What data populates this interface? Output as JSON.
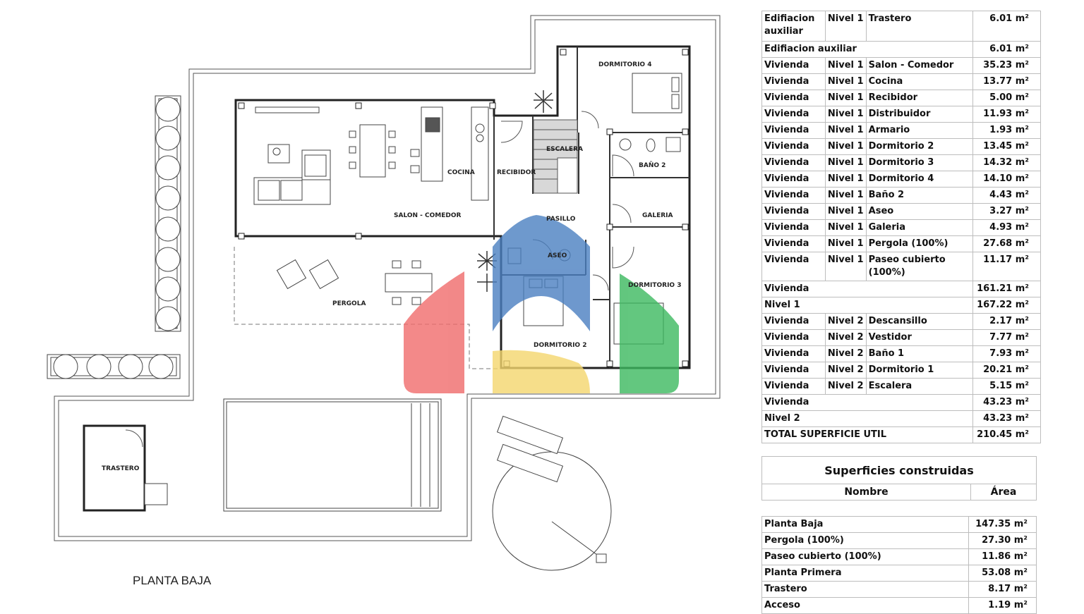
{
  "plan": {
    "title": "PLANTA BAJA",
    "rooms": {
      "dormitorio4": "DORMITORIO 4",
      "escalera": "ESCALERA",
      "cocina": "COCINA",
      "recibidor": "RECIBIDOR",
      "bano2": "BAÑO 2",
      "salon": "SALON - COMEDOR",
      "pasillo": "PASILLO",
      "galeria": "GALERIA",
      "aseo": "ASEO",
      "dormitorio3": "DORMITORIO 3",
      "pergola": "PERGOLA",
      "dormitorio2": "DORMITORIO 2",
      "trastero": "TRASTERO"
    },
    "logo_colors": {
      "red": "#f06b6b",
      "blue": "#4a7fc1",
      "yellow": "#f5d76e",
      "green": "#3cb95f"
    }
  },
  "areas_table": {
    "rows": [
      {
        "c1": "Edifiacion auxiliar",
        "c2": "Nivel 1",
        "c3": "Trastero",
        "c4": "6.01 m²"
      },
      {
        "c1": "Edifiacion auxiliar",
        "c2": "",
        "c3": "",
        "c4": "6.01 m²",
        "span": true
      },
      {
        "c1": "Vivienda",
        "c2": "Nivel 1",
        "c3": "Salon - Comedor",
        "c4": "35.23 m²"
      },
      {
        "c1": "Vivienda",
        "c2": "Nivel 1",
        "c3": "Cocina",
        "c4": "13.77 m²"
      },
      {
        "c1": "Vivienda",
        "c2": "Nivel 1",
        "c3": "Recibidor",
        "c4": "5.00 m²"
      },
      {
        "c1": "Vivienda",
        "c2": "Nivel 1",
        "c3": "Distribuidor",
        "c4": "11.93 m²"
      },
      {
        "c1": "Vivienda",
        "c2": "Nivel 1",
        "c3": "Armario",
        "c4": "1.93 m²"
      },
      {
        "c1": "Vivienda",
        "c2": "Nivel 1",
        "c3": "Dormitorio 2",
        "c4": "13.45 m²"
      },
      {
        "c1": "Vivienda",
        "c2": "Nivel 1",
        "c3": "Dormitorio 3",
        "c4": "14.32 m²"
      },
      {
        "c1": "Vivienda",
        "c2": "Nivel 1",
        "c3": "Dormitorio 4",
        "c4": "14.10 m²"
      },
      {
        "c1": "Vivienda",
        "c2": "Nivel 1",
        "c3": "Baño 2",
        "c4": "4.43 m²"
      },
      {
        "c1": "Vivienda",
        "c2": "Nivel 1",
        "c3": "Aseo",
        "c4": "3.27 m²"
      },
      {
        "c1": "Vivienda",
        "c2": "Nivel 1",
        "c3": "Galeria",
        "c4": "4.93 m²"
      },
      {
        "c1": "Vivienda",
        "c2": "Nivel 1",
        "c3": "Pergola (100%)",
        "c4": "27.68 m²"
      },
      {
        "c1": "Vivienda",
        "c2": "Nivel 1",
        "c3": "Paseo cubierto (100%)",
        "c4": "11.17 m²"
      },
      {
        "c1": "Vivienda",
        "c2": "",
        "c3": "",
        "c4": "161.21 m²",
        "span": true
      },
      {
        "c1": "Nivel 1",
        "c2": "",
        "c3": "",
        "c4": "167.22 m²",
        "span": true
      },
      {
        "c1": "Vivienda",
        "c2": "Nivel 2",
        "c3": "Descansillo",
        "c4": "2.17 m²"
      },
      {
        "c1": "Vivienda",
        "c2": "Nivel 2",
        "c3": "Vestidor",
        "c4": "7.77 m²"
      },
      {
        "c1": "Vivienda",
        "c2": "Nivel 2",
        "c3": "Baño 1",
        "c4": "7.93 m²"
      },
      {
        "c1": "Vivienda",
        "c2": "Nivel 2",
        "c3": "Dormitorio 1",
        "c4": "20.21 m²"
      },
      {
        "c1": "Vivienda",
        "c2": "Nivel 2",
        "c3": "Escalera",
        "c4": "5.15 m²"
      },
      {
        "c1": "Vivienda",
        "c2": "",
        "c3": "",
        "c4": "43.23 m²",
        "span": true
      },
      {
        "c1": "Nivel 2",
        "c2": "",
        "c3": "",
        "c4": "43.23 m²",
        "span": true
      },
      {
        "c1": "TOTAL SUPERFICIE UTIL",
        "c2": "",
        "c3": "",
        "c4": "210.45 m²",
        "span": true
      }
    ]
  },
  "built_table": {
    "title": "Superficies construidas",
    "col_name": "Nombre",
    "col_area": "Área",
    "rows": [
      {
        "name": "Planta Baja",
        "area": "147.35 m²"
      },
      {
        "name": "Pergola (100%)",
        "area": "27.30 m²"
      },
      {
        "name": "Paseo cubierto (100%)",
        "area": "11.86 m²"
      },
      {
        "name": "Planta Primera",
        "area": "53.08 m²"
      },
      {
        "name": "Trastero",
        "area": "8.17 m²"
      },
      {
        "name": "Acceso",
        "area": "1.19 m²"
      }
    ]
  }
}
